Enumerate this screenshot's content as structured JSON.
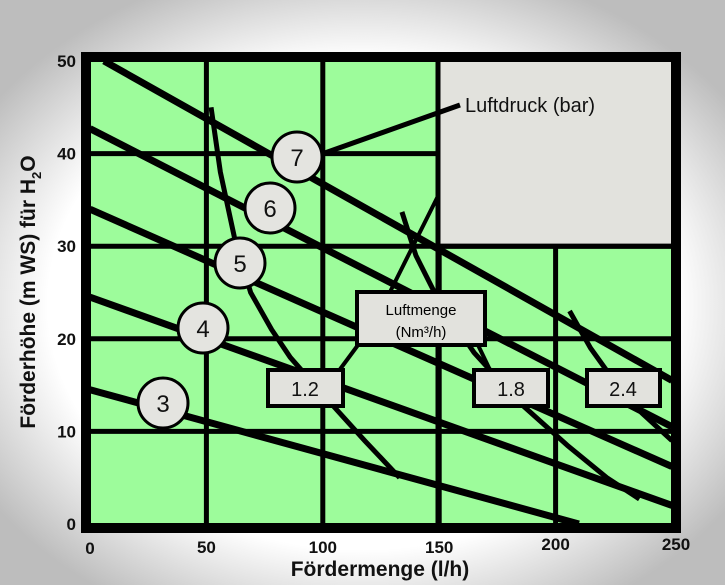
{
  "chart_data": {
    "type": "line",
    "title": "",
    "xlabel": "Fördermenge (l/h)",
    "ylabel_main": "Förderhöhe (m WS) für H",
    "ylabel_sub": "2",
    "ylabel_end": "O",
    "xlim": [
      0,
      250
    ],
    "ylim": [
      0,
      50
    ],
    "xticks": [
      "0",
      "50",
      "100",
      "150",
      "200",
      "250"
    ],
    "yticks": [
      "0",
      "10",
      "20",
      "30",
      "40",
      "50"
    ],
    "grid": true,
    "pressure_legend": "Luftdruck (bar)",
    "airflow_legend_line1": "Luftmenge",
    "airflow_legend_line2": "(Nm³/h)",
    "pressure_series": [
      {
        "name": "7",
        "x": [
          6,
          250
        ],
        "y": [
          50,
          15.5
        ]
      },
      {
        "name": "6",
        "x": [
          0,
          250
        ],
        "y": [
          42.7,
          10.5
        ]
      },
      {
        "name": "5",
        "x": [
          0,
          250
        ],
        "y": [
          34,
          6.2
        ]
      },
      {
        "name": "4",
        "x": [
          0,
          250
        ],
        "y": [
          24.5,
          2
        ]
      },
      {
        "name": "3",
        "x": [
          0,
          210
        ],
        "y": [
          14.5,
          0
        ]
      }
    ],
    "airflow_series": [
      {
        "name": "1.2",
        "x": [
          52,
          56,
          62,
          69,
          78,
          86,
          100,
          118,
          133
        ],
        "y": [
          45,
          38,
          31,
          25,
          21,
          18,
          14,
          9,
          5
        ]
      },
      {
        "name": "1.8",
        "x": [
          134,
          140,
          150,
          165,
          185,
          205,
          222,
          236
        ],
        "y": [
          33.7,
          29,
          24,
          18.5,
          13,
          8.5,
          5,
          2.7
        ]
      },
      {
        "name": "2.4",
        "x": [
          206,
          215,
          225,
          237,
          250
        ],
        "y": [
          23,
          19,
          15.5,
          12,
          9
        ]
      }
    ],
    "colors": {
      "plot_bg": "#9dfc9b",
      "panel": "#e2e2dd",
      "line": "#000000"
    }
  }
}
